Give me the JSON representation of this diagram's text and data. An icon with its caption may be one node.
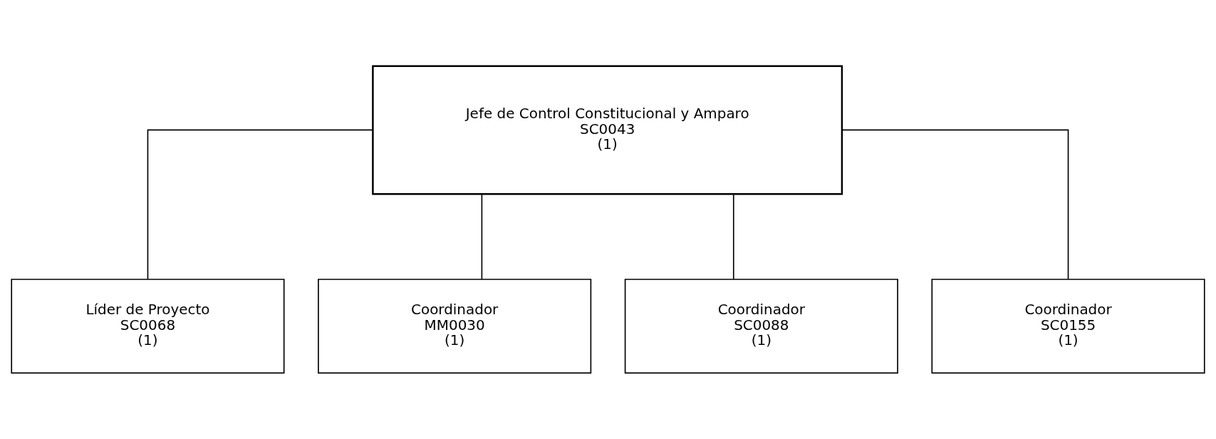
{
  "diagram": {
    "nodes": [
      {
        "text": [
          "Jefe de Control Constitucional y Amparo",
          "SC0043",
          "(1)"
        ]
      },
      {
        "text": [
          "Líder de Proyecto",
          "SC0068",
          "(1)"
        ]
      },
      {
        "text": [
          "Coordinador",
          "MM0030",
          "(1)"
        ]
      },
      {
        "text": [
          "Coordinador",
          "SC0088",
          "(1)"
        ]
      },
      {
        "text": [
          "Coordinador",
          "SC0155",
          "(1)"
        ]
      }
    ],
    "edges": [
      {
        "from": 0,
        "to": 1,
        "arrow": "none"
      },
      {
        "from": 0,
        "to": 2,
        "arrow": "none"
      },
      {
        "from": 0,
        "to": 3,
        "arrow": "none"
      },
      {
        "from": 0,
        "to": 4,
        "arrow": "none"
      }
    ]
  }
}
